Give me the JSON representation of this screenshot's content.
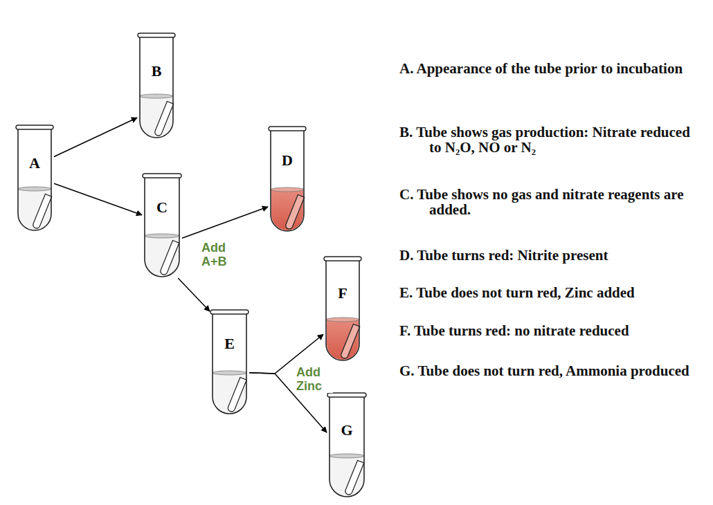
{
  "diagram": {
    "nodes": [
      {
        "text": [
          "A"
        ]
      },
      {
        "text": [
          "B"
        ]
      },
      {
        "text": [
          "C"
        ]
      },
      {
        "text": [
          "D"
        ]
      },
      {
        "text": [
          "E"
        ]
      },
      {
        "text": [
          "F"
        ]
      },
      {
        "text": [
          "G"
        ]
      }
    ],
    "edges": [
      {
        "from": 0,
        "to": 1,
        "arrow": "to"
      },
      {
        "from": 0,
        "to": 2,
        "arrow": "to"
      },
      {
        "from": 2,
        "to": 3,
        "label": "Add A+B",
        "arrow": "to"
      },
      {
        "from": 2,
        "to": 4,
        "arrow": "to"
      },
      {
        "from": 4,
        "to": 5,
        "label": "Add Zinc",
        "arrow": "to"
      },
      {
        "from": 4,
        "to": 6,
        "arrow": "to"
      }
    ],
    "labels": [
      "A. Appearance of the tube prior to incubation",
      "B. Tube shows gas production: Nitrate reduced to N₂O, NO or N₂",
      "C. Tube shows no gas and nitrate reagents are added.",
      "D. Tube turns red: Nitrite present",
      "E. Tube does not turn red, Zinc added",
      "F. Tube turns red: no nitrate reduced",
      "G. Tube does not turn red, Ammonia produced"
    ]
  }
}
